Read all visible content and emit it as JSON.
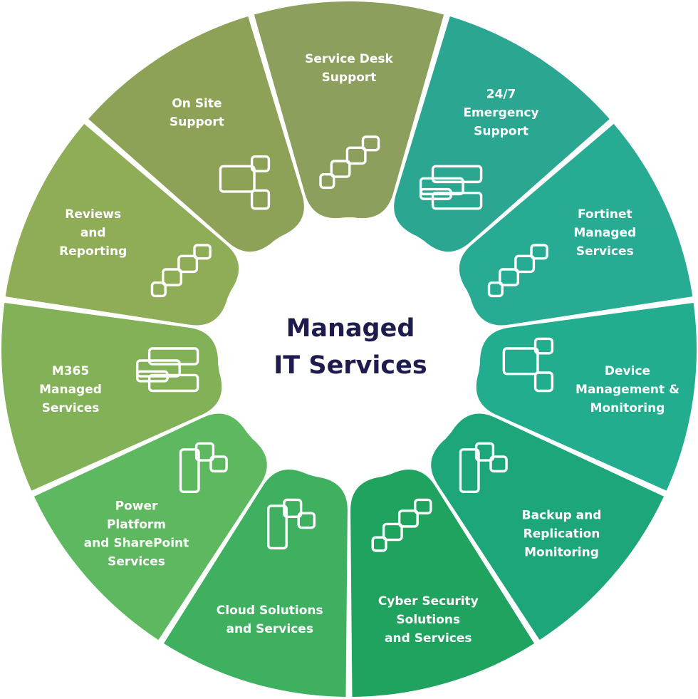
{
  "center": {
    "line1": "Managed",
    "line2": "IT Services",
    "color": "#1e1b4d"
  },
  "segments": [
    {
      "label": [
        "Service Desk",
        "Support"
      ],
      "color": "#8d9f5c",
      "icon": "stair-squares-icon"
    },
    {
      "label": [
        "24/7",
        "Emergency",
        "Support"
      ],
      "color": "#2aa691",
      "icon": "stacked-bars-icon"
    },
    {
      "label": [
        "Fortinet",
        "Managed",
        "Services"
      ],
      "color": "#27ab93",
      "icon": "stair-squares-icon"
    },
    {
      "label": [
        "Device",
        "Management &",
        "Monitoring"
      ],
      "color": "#22ad8e",
      "icon": "offset-blocks-icon"
    },
    {
      "label": [
        "Backup and",
        "Replication",
        "Monitoring"
      ],
      "color": "#1ea67b",
      "icon": "tall-block-icon"
    },
    {
      "label": [
        "Cyber Security",
        "Solutions",
        "and Services"
      ],
      "color": "#1fa35e",
      "icon": "stair-squares-icon"
    },
    {
      "label": [
        "Cloud Solutions",
        "and Services"
      ],
      "color": "#3fb060",
      "icon": "tall-block-icon"
    },
    {
      "label": [
        "Power",
        "Platform",
        "and SharePoint",
        "Services"
      ],
      "color": "#5db85f",
      "icon": "tall-block-icon"
    },
    {
      "label": [
        "M365",
        "Managed",
        "Services"
      ],
      "color": "#82b157",
      "icon": "stacked-bars-icon"
    },
    {
      "label": [
        "Reviews",
        "and",
        "Reporting"
      ],
      "color": "#8fac57",
      "icon": "stair-squares-icon"
    },
    {
      "label": [
        "On Site",
        "Support"
      ],
      "color": "#8ea257",
      "icon": "offset-blocks-icon"
    }
  ]
}
